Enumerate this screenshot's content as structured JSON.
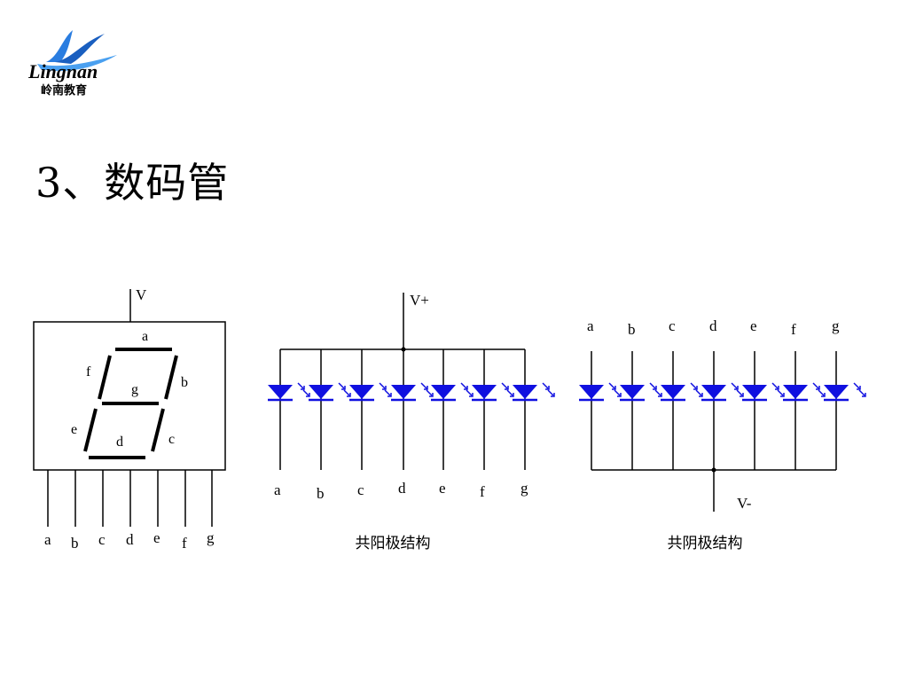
{
  "logo": {
    "brand_text": "Lingnan",
    "brand_cn": "岭南教育",
    "colors": {
      "swoosh": "#1a6fd0",
      "text": "#d42a2a"
    }
  },
  "slide": {
    "title": "3、数码管"
  },
  "seven_segment": {
    "supply_label": "V",
    "segments": [
      "a",
      "b",
      "c",
      "d",
      "e",
      "f",
      "g"
    ],
    "pins": [
      "a",
      "b",
      "c",
      "d",
      "e",
      "f",
      "g"
    ]
  },
  "common_anode": {
    "supply_label": "V+",
    "pins": [
      "a",
      "b",
      "c",
      "d",
      "e",
      "f",
      "g"
    ],
    "caption": "共阳极结构"
  },
  "common_cathode": {
    "supply_label": "V-",
    "pins": [
      "a",
      "b",
      "c",
      "d",
      "e",
      "f",
      "g"
    ],
    "caption": "共阴极结构"
  },
  "colors": {
    "led": "#1010e0",
    "wire": "#000000"
  }
}
